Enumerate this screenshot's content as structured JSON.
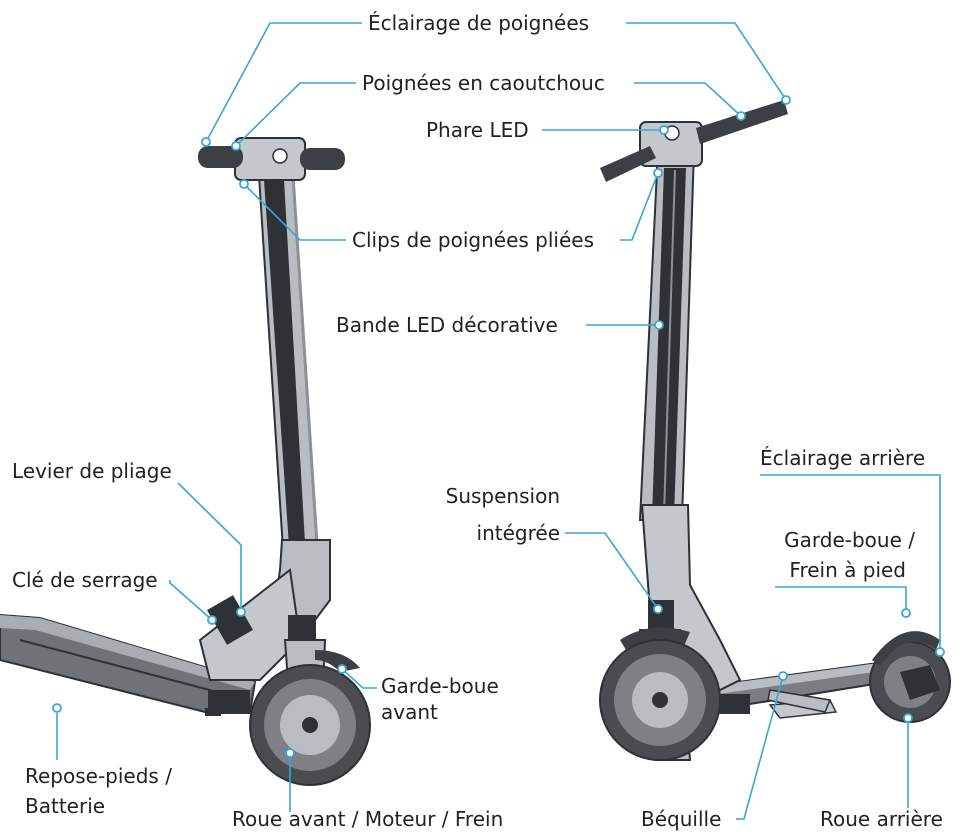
{
  "colors": {
    "accent": "#3aa6d6",
    "frame_dark": "#2e3135",
    "frame_light": "#b9bcc0",
    "tire": "#4a4c50",
    "text": "#222222"
  },
  "labels": {
    "handle_lighting": "Éclairage de poignées",
    "rubber_grips": "Poignées en caoutchouc",
    "headlight": "Phare LED",
    "folded_grip_clips": "Clips de poignées pliées",
    "led_strip": "Bande LED décorative",
    "folding_lever": "Levier de pliage",
    "suspension_line1": "Suspension",
    "suspension_line2": "intégrée",
    "rear_light": "Éclairage arrière",
    "rear_mudguard_line1": "Garde-boue /",
    "rear_mudguard_line2": "Frein à pied",
    "clamp_key": "Clé de serrage",
    "front_mudguard_line1": "Garde-boue",
    "front_mudguard_line2": "avant",
    "footrest_line1": "Repose-pieds /",
    "footrest_line2": "Batterie",
    "front_wheel": "Roue avant / Moteur / Frein",
    "kickstand": "Béquille",
    "rear_wheel": "Roue arrière"
  }
}
